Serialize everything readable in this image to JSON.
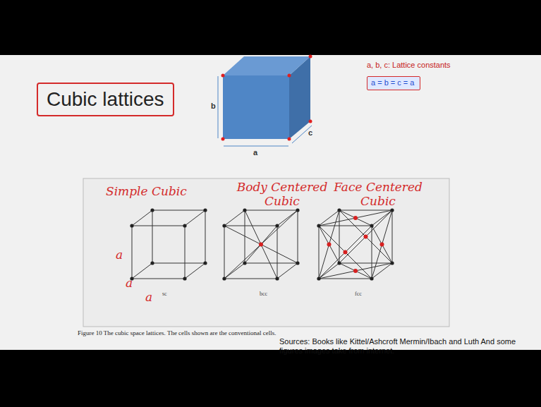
{
  "diagram": {
    "caption": "Figure 10 The cubic space lattices. The cells shown are the conventional cells.",
    "nodes": [
      {
        "text": [
          "Cubic lattices"
        ]
      },
      {
        "text": [
          "a = b = c = a"
        ]
      }
    ],
    "labels": [
      "b",
      "a",
      "c",
      "a, b, c: Lattice constants",
      "Simple Cubic",
      "Body Centered Cubic",
      "Face Centered Cubic",
      "a",
      "a",
      "a",
      "sc",
      "bcc",
      "fcc",
      "Sources: Books like Kittel/Ashcroft Mermin/Ibach and Luth And some figures images take from internet."
    ]
  }
}
